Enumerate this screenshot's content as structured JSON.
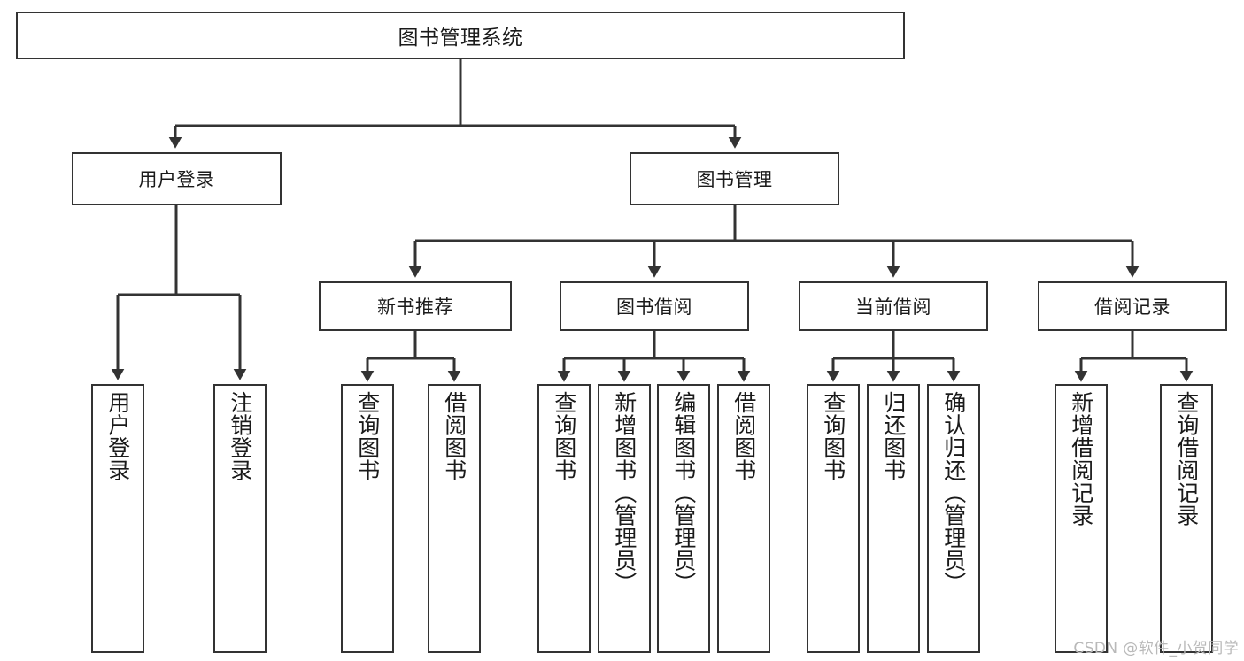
{
  "diagram": {
    "title": "图书管理系统",
    "watermark": "CSDN @软件_小贺同学",
    "colors": {
      "box_border": "#333333",
      "box_fill": "#ffffff",
      "connector": "#333333",
      "text": "#1a1a1a",
      "watermark": "#b9b9b9"
    },
    "levels": {
      "root": {
        "label": "图书管理系统"
      },
      "level2": [
        {
          "label": "用户登录"
        },
        {
          "label": "图书管理"
        }
      ],
      "level3": [
        {
          "label": "新书推荐"
        },
        {
          "label": "图书借阅"
        },
        {
          "label": "当前借阅"
        },
        {
          "label": "借阅记录"
        }
      ],
      "leaves": [
        {
          "label": "用户登录"
        },
        {
          "label": "注销登录"
        },
        {
          "label": "查询图书"
        },
        {
          "label": "借阅图书"
        },
        {
          "label": "查询图书"
        },
        {
          "label": "新增图书（管理员）"
        },
        {
          "label": "编辑图书（管理员）"
        },
        {
          "label": "借阅图书"
        },
        {
          "label": "查询图书"
        },
        {
          "label": "归还图书"
        },
        {
          "label": "确认归还（管理员）"
        },
        {
          "label": "新增借阅记录"
        },
        {
          "label": "查询借阅记录"
        }
      ]
    },
    "edges": [
      {
        "from": "图书管理系统",
        "to": "用户登录"
      },
      {
        "from": "图书管理系统",
        "to": "图书管理"
      },
      {
        "from": "用户登录",
        "to": "用户登录"
      },
      {
        "from": "用户登录",
        "to": "注销登录"
      },
      {
        "from": "图书管理",
        "to": "新书推荐"
      },
      {
        "from": "图书管理",
        "to": "图书借阅"
      },
      {
        "from": "图书管理",
        "to": "当前借阅"
      },
      {
        "from": "图书管理",
        "to": "借阅记录"
      },
      {
        "from": "新书推荐",
        "to": "查询图书"
      },
      {
        "from": "新书推荐",
        "to": "借阅图书"
      },
      {
        "from": "图书借阅",
        "to": "查询图书"
      },
      {
        "from": "图书借阅",
        "to": "新增图书（管理员）"
      },
      {
        "from": "图书借阅",
        "to": "编辑图书（管理员）"
      },
      {
        "from": "图书借阅",
        "to": "借阅图书"
      },
      {
        "from": "当前借阅",
        "to": "查询图书"
      },
      {
        "from": "当前借阅",
        "to": "归还图书"
      },
      {
        "from": "当前借阅",
        "to": "确认归还（管理员）"
      },
      {
        "from": "借阅记录",
        "to": "新增借阅记录"
      },
      {
        "from": "借阅记录",
        "to": "查询借阅记录"
      }
    ]
  }
}
